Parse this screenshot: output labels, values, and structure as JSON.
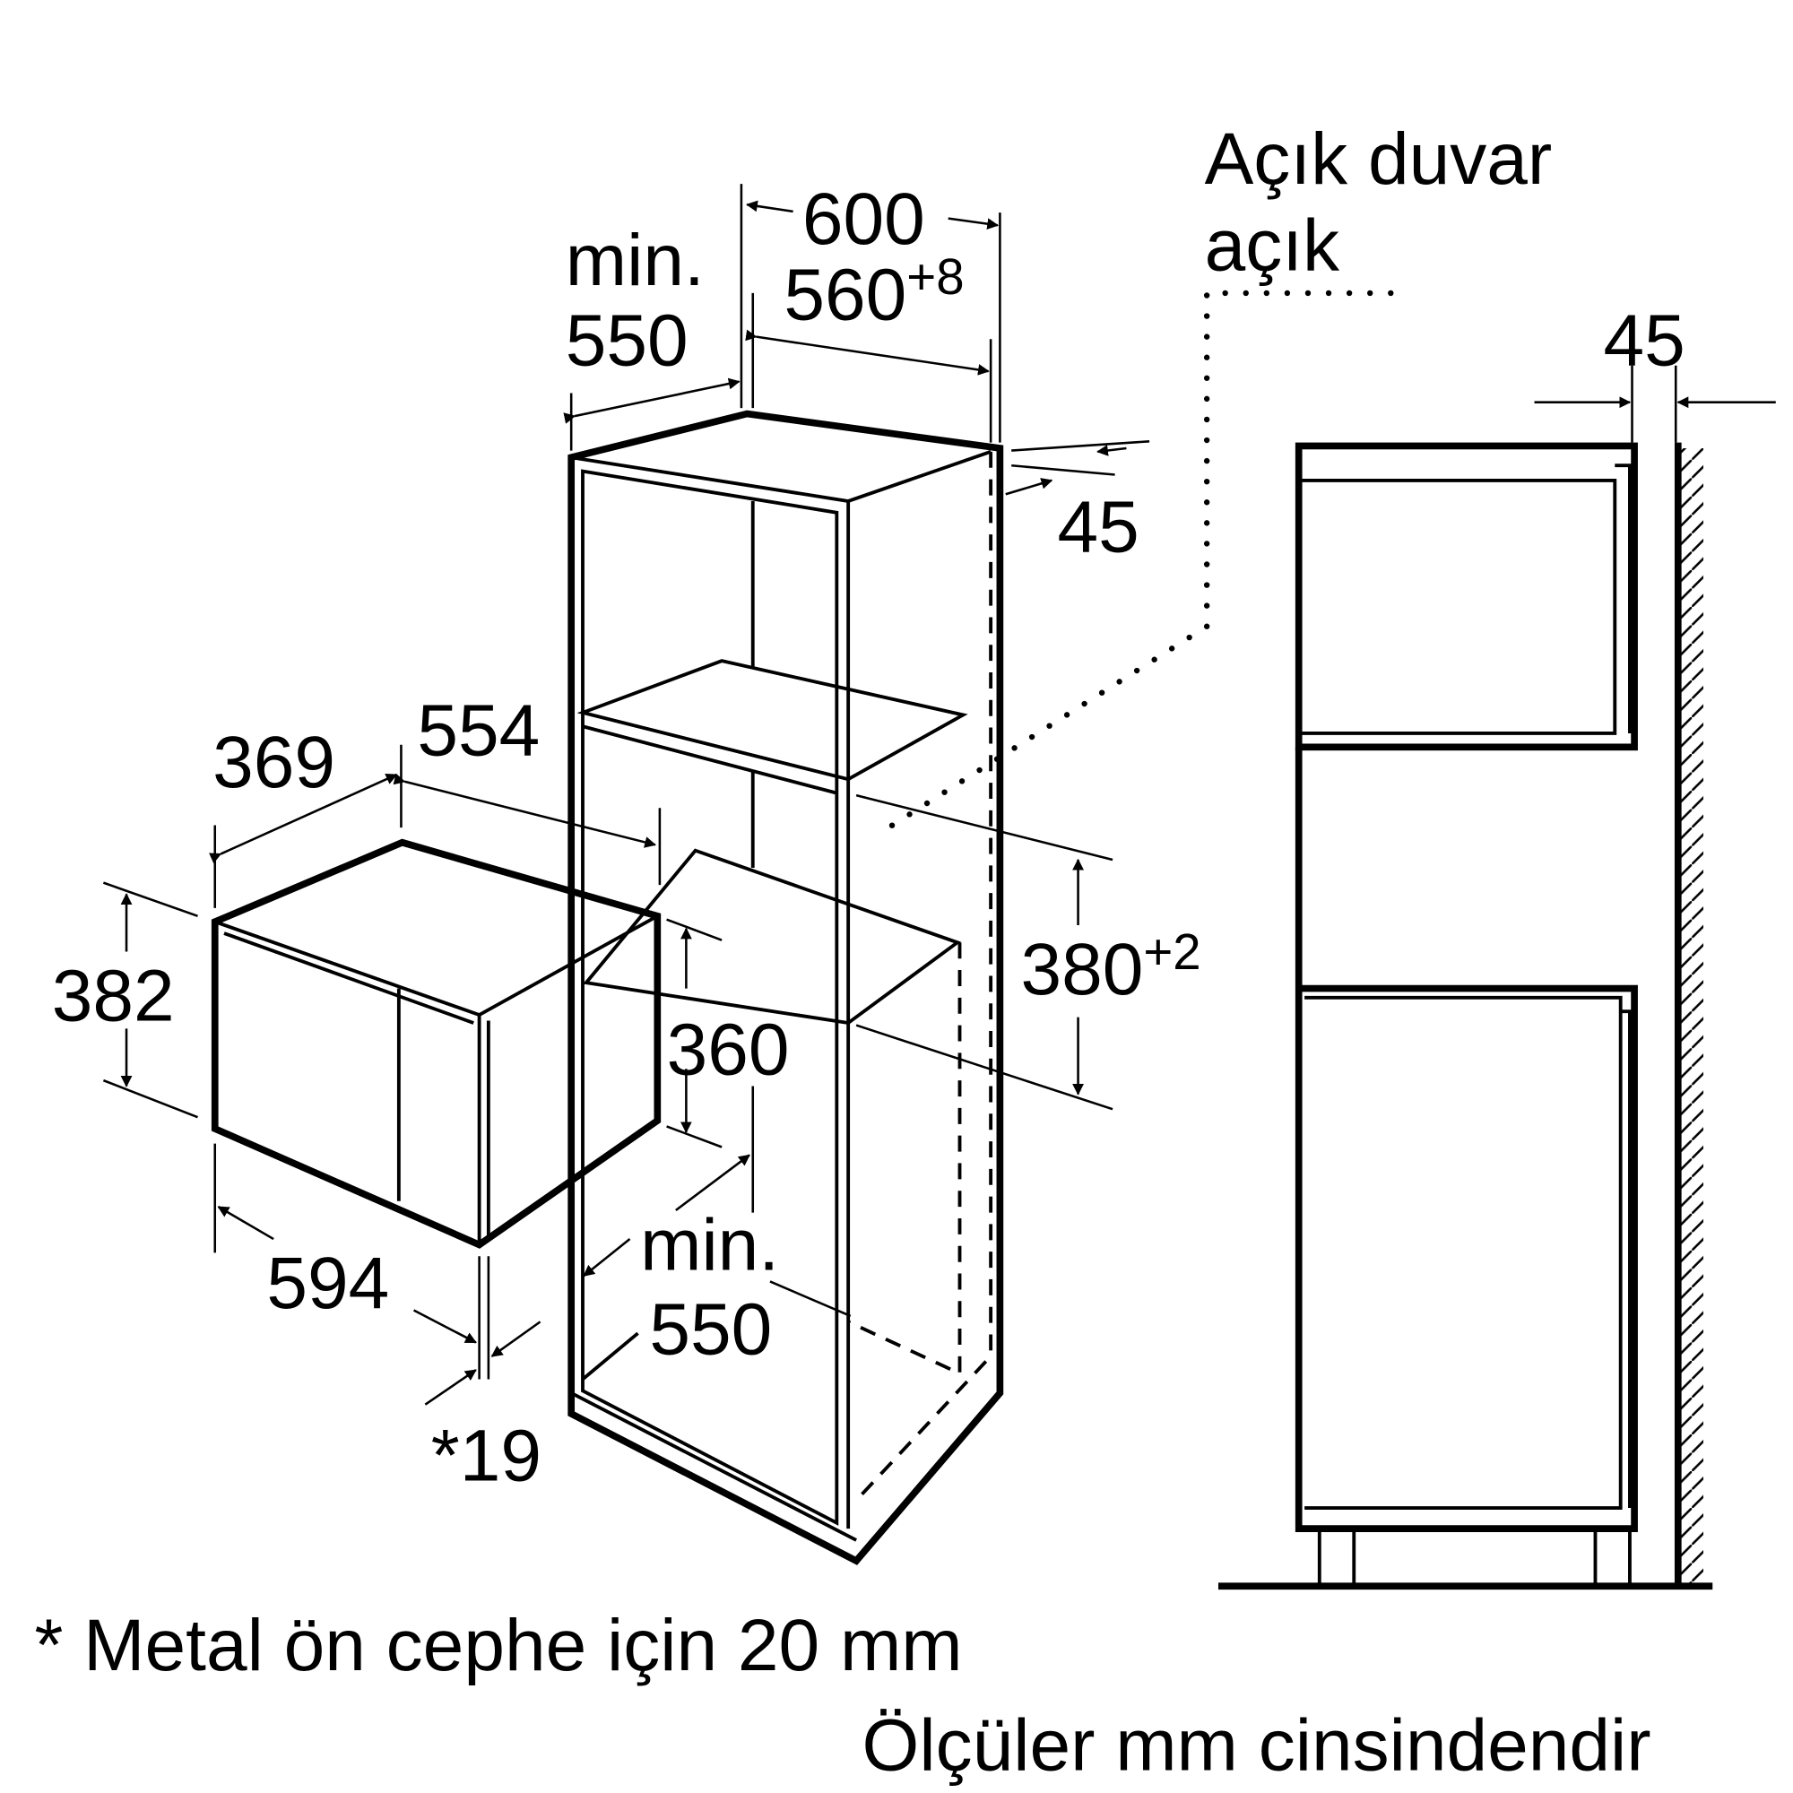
{
  "labels": {
    "open_wall": "Açık duvar",
    "open": "açık",
    "min_top": "min.",
    "d550_top": "550",
    "d600": "600",
    "d560": "560",
    "d560_tol": "+8",
    "d45_top": "45",
    "d45_side": "45",
    "d369": "369",
    "d554": "554",
    "d382": "382",
    "d360": "360",
    "d380": "380",
    "d380_tol": "+2",
    "min_bottom": "min.",
    "d550_bottom": "550",
    "d594": "594",
    "d19": "*19"
  },
  "footnote": "* Metal ön cephe için 20 mm",
  "units_note": "Ölçüler mm cinsindendir"
}
